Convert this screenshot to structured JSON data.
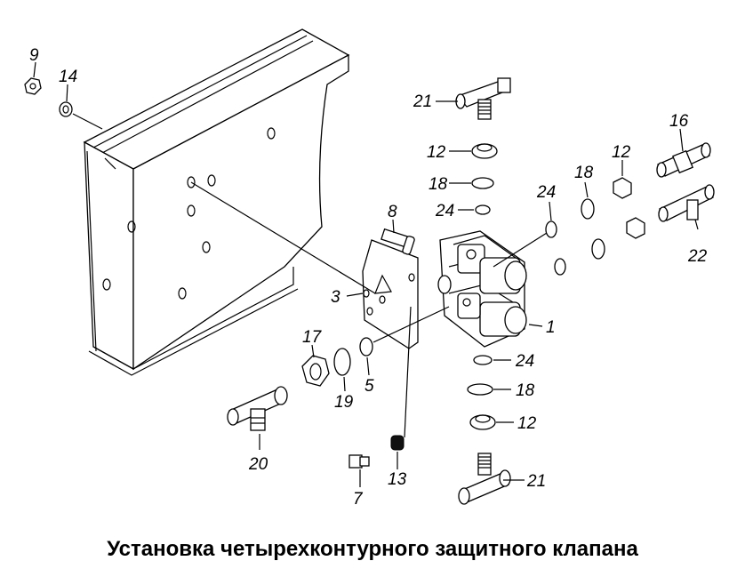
{
  "caption": "Установка четырехконтурного защитного клапана",
  "callouts": {
    "c9": "9",
    "c14": "14",
    "c21a": "21",
    "c12a": "12",
    "c18a": "18",
    "c24a": "24",
    "c8": "8",
    "c3": "3",
    "c24b": "24",
    "c18b": "18",
    "c12b": "12",
    "c16": "16",
    "c22": "22",
    "c1": "1",
    "c24c": "24",
    "c18c": "18",
    "c12c": "12",
    "c17": "17",
    "c19": "19",
    "c5": "5",
    "c20": "20",
    "c13": "13",
    "c7": "7",
    "c21b": "21"
  }
}
